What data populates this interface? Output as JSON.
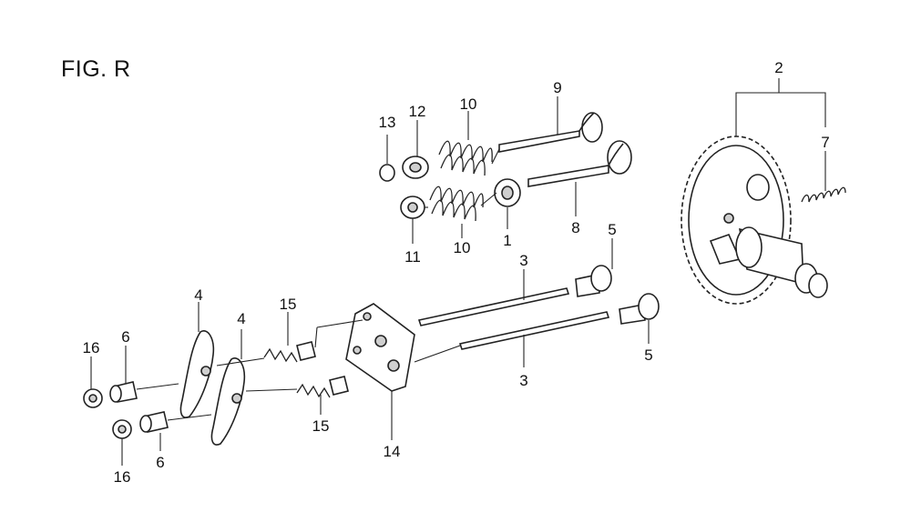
{
  "figure": {
    "title": "FIG. R"
  },
  "callouts": [
    "1",
    "2",
    "3",
    "3",
    "4",
    "4",
    "5",
    "5",
    "6",
    "6",
    "7",
    "8",
    "9",
    "10",
    "10",
    "11",
    "12",
    "13",
    "14",
    "15",
    "15",
    "16",
    "16"
  ]
}
